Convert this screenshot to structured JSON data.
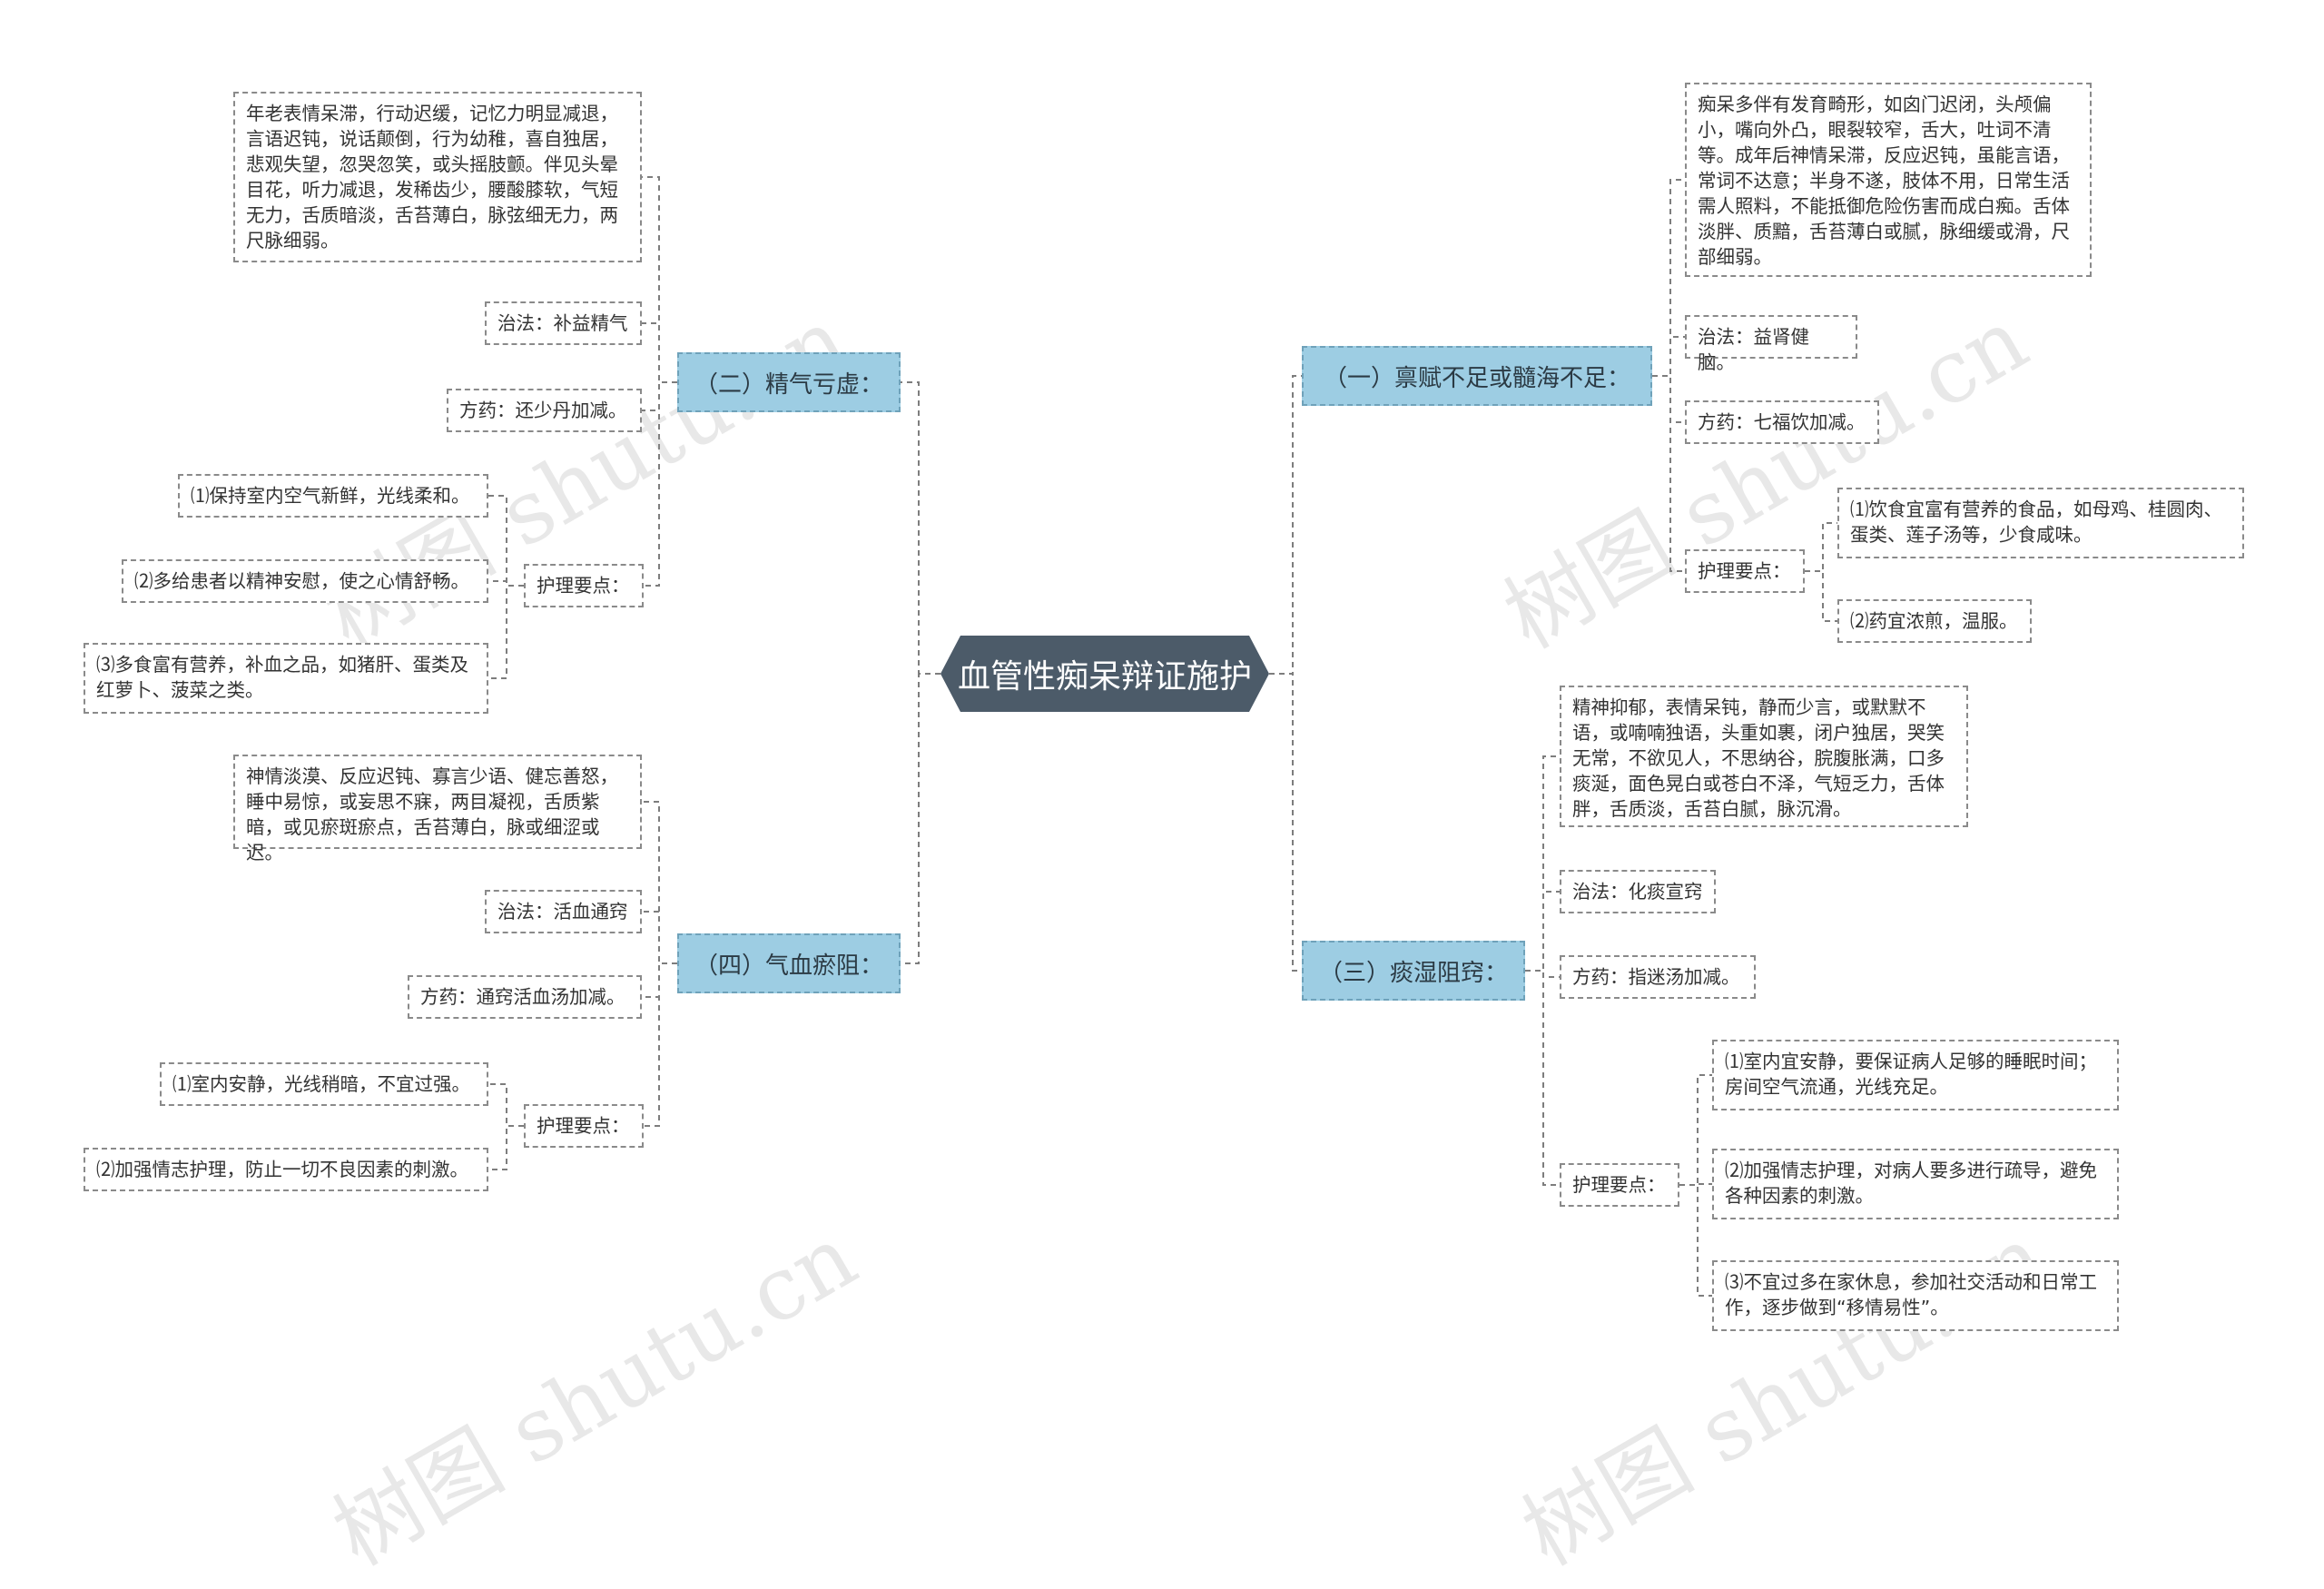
{
  "root": {
    "title": "血管性痴呆辩证施护"
  },
  "branch1": {
    "title": "（一）禀赋不足或髓海不足：",
    "symptom": "痴呆多伴有发育畸形，如囟门迟闭，头颅偏小，嘴向外凸，眼裂较窄，舌大，吐词不清等。成年后神情呆滞，反应迟钝，虽能言语，常词不达意；半身不遂，肢体不用，日常生活需人照料，不能抵御危险伤害而成白痴。舌体淡胖、质黯，舌苔薄白或腻，脉细缓或滑，尺部细弱。",
    "method": "治法：益肾健脑。",
    "formula": "方药：七福饮加减。",
    "nursing": {
      "label": "护理要点：",
      "items": [
        "⑴饮食宜富有营养的食品，如母鸡、桂圆肉、蛋类、莲子汤等，少食咸味。",
        "⑵药宜浓煎，温服。"
      ]
    }
  },
  "branch2": {
    "title": "（二）精气亏虚：",
    "symptom": "年老表情呆滞，行动迟缓，记忆力明显减退，言语迟钝，说话颠倒，行为幼稚，喜自独居，悲观失望，忽哭忽笑，或头摇肢颤。伴见头晕目花，听力减退，发稀齿少，腰酸膝软，气短无力，舌质暗淡，舌苔薄白，脉弦细无力，两尺脉细弱。",
    "method": "治法：补益精气",
    "formula": "方药：还少丹加减。",
    "nursing": {
      "label": "护理要点：",
      "items": [
        "⑴保持室内空气新鲜，光线柔和。",
        "⑵多给患者以精神安慰，使之心情舒畅。",
        "⑶多食富有营养，补血之品，如猪肝、蛋类及红萝卜、菠菜之类。"
      ]
    }
  },
  "branch3": {
    "title": "（三）痰湿阻窍：",
    "symptom": "精神抑郁，表情呆钝，静而少言，或默默不语，或喃喃独语，头重如裹，闭户独居，哭笑无常，不欲见人，不思纳谷，脘腹胀满，口多痰涎，面色晃白或苍白不泽，气短乏力，舌体胖，舌质淡，舌苔白腻，脉沉滑。",
    "method": "治法：化痰宣窍",
    "formula": "方药：指迷汤加减。",
    "nursing": {
      "label": "护理要点：",
      "items": [
        "⑴室内宜安静，要保证病人足够的睡眠时间；房间空气流通，光线充足。",
        "⑵加强情志护理，对病人要多进行疏导，避免各种因素的刺激。",
        "⑶不宜过多在家休息，参加社交活动和日常工作，逐步做到“移情易性”。"
      ]
    }
  },
  "branch4": {
    "title": "（四）气血瘀阻：",
    "symptom": "神情淡漠、反应迟钝、寡言少语、健忘善怒，睡中易惊，或妄思不寐，两目凝视，舌质紫暗，或见瘀斑瘀点，舌苔薄白，脉或细涩或迟。",
    "method": "治法：活血通窍",
    "formula": "方药：通窍活血汤加减。",
    "nursing": {
      "label": "护理要点：",
      "items": [
        "⑴室内安静，光线稍暗，不宜过强。",
        "⑵加强情志护理，防止一切不良因素的刺激。"
      ]
    }
  },
  "watermark": {
    "text": "树图 shutu.cn"
  }
}
